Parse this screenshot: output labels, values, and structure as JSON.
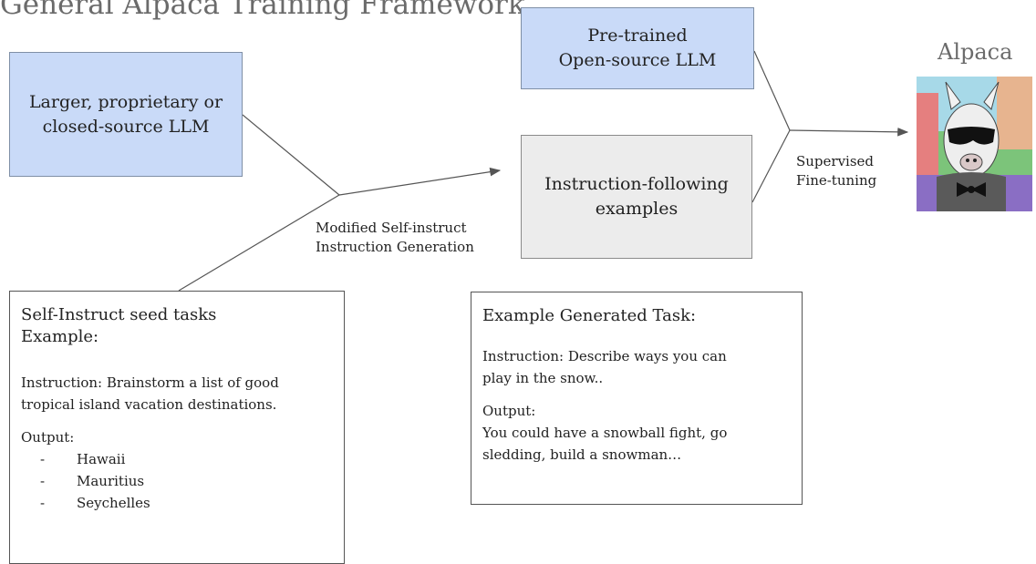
{
  "title": "General Alpaca Training Framework",
  "boxes": {
    "closed_llm": "Larger, proprietary or\nclosed-source LLM",
    "open_llm": "Pre-trained\nOpen-source LLM",
    "examples": "Instruction-following\nexamples"
  },
  "captions": {
    "self_instruct": "Modified Self-instruct\nInstruction Generation",
    "finetune": "Supervised\nFine-tuning"
  },
  "alpaca": {
    "label": "Alpaca",
    "image": "alpaca-illustration"
  },
  "seed_panel": {
    "title": "Self-Instruct seed tasks\nExample:",
    "instruction_1": "Instruction: Brainstorm a list of good",
    "instruction_2": "tropical island vacation destinations.",
    "output_label": "Output:",
    "items": [
      "Hawaii",
      "Mauritius",
      "Seychelles"
    ],
    "dash": "-"
  },
  "gen_panel": {
    "title": "Example Generated Task:",
    "instruction_1": "Instruction: Describe ways you can",
    "instruction_2": "play in the snow..",
    "output_label": "Output:",
    "output_1": "You could have a snowball fight, go",
    "output_2": "sledding, build a snowman…"
  },
  "colors": {
    "blue_box": "#c9daf8",
    "grey_box": "#ececec",
    "line": "#555555"
  }
}
